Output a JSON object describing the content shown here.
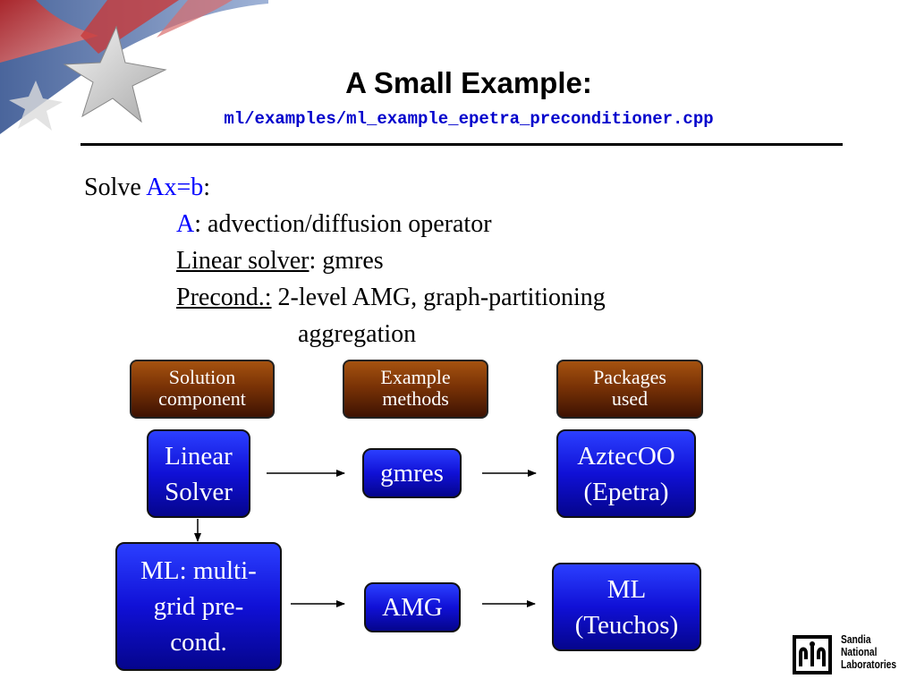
{
  "slide": {
    "title": "A Small Example:",
    "subtitle": "ml/examples/ml_example_epetra_preconditioner.cpp",
    "subtitle_color": "#0000cc"
  },
  "body": {
    "solve_prefix": "Solve ",
    "solve_eq": "Ax=b",
    "solve_suffix": ":",
    "a_label": "A",
    "a_text": ": advection/diffusion operator",
    "solver_label": "Linear solver",
    "solver_text": ": gmres",
    "precond_label": "Precond.:",
    "precond_text": " 2-level AMG, graph-partitioning",
    "precond_text_2": "aggregation"
  },
  "headers": [
    {
      "lines": [
        "Solution",
        "component"
      ]
    },
    {
      "lines": [
        "Example",
        "methods"
      ]
    },
    {
      "lines": [
        "Packages",
        "used"
      ]
    }
  ],
  "boxes": {
    "linear_solver": [
      "Linear",
      "Solver"
    ],
    "gmres": [
      "gmres"
    ],
    "aztecoo": [
      "AztecOO",
      "(Epetra)"
    ],
    "ml": [
      "ML: multi-",
      "grid pre-",
      "cond."
    ],
    "amg": [
      "AMG"
    ],
    "ml_teuchos": [
      "ML",
      "(Teuchos)"
    ]
  },
  "logo": {
    "lines": [
      "Sandia",
      "National",
      "Laboratories"
    ]
  },
  "colors": {
    "accent_blue": "#0000ff",
    "header_brown": "#7a3306",
    "box_blue": "#1010d6"
  }
}
